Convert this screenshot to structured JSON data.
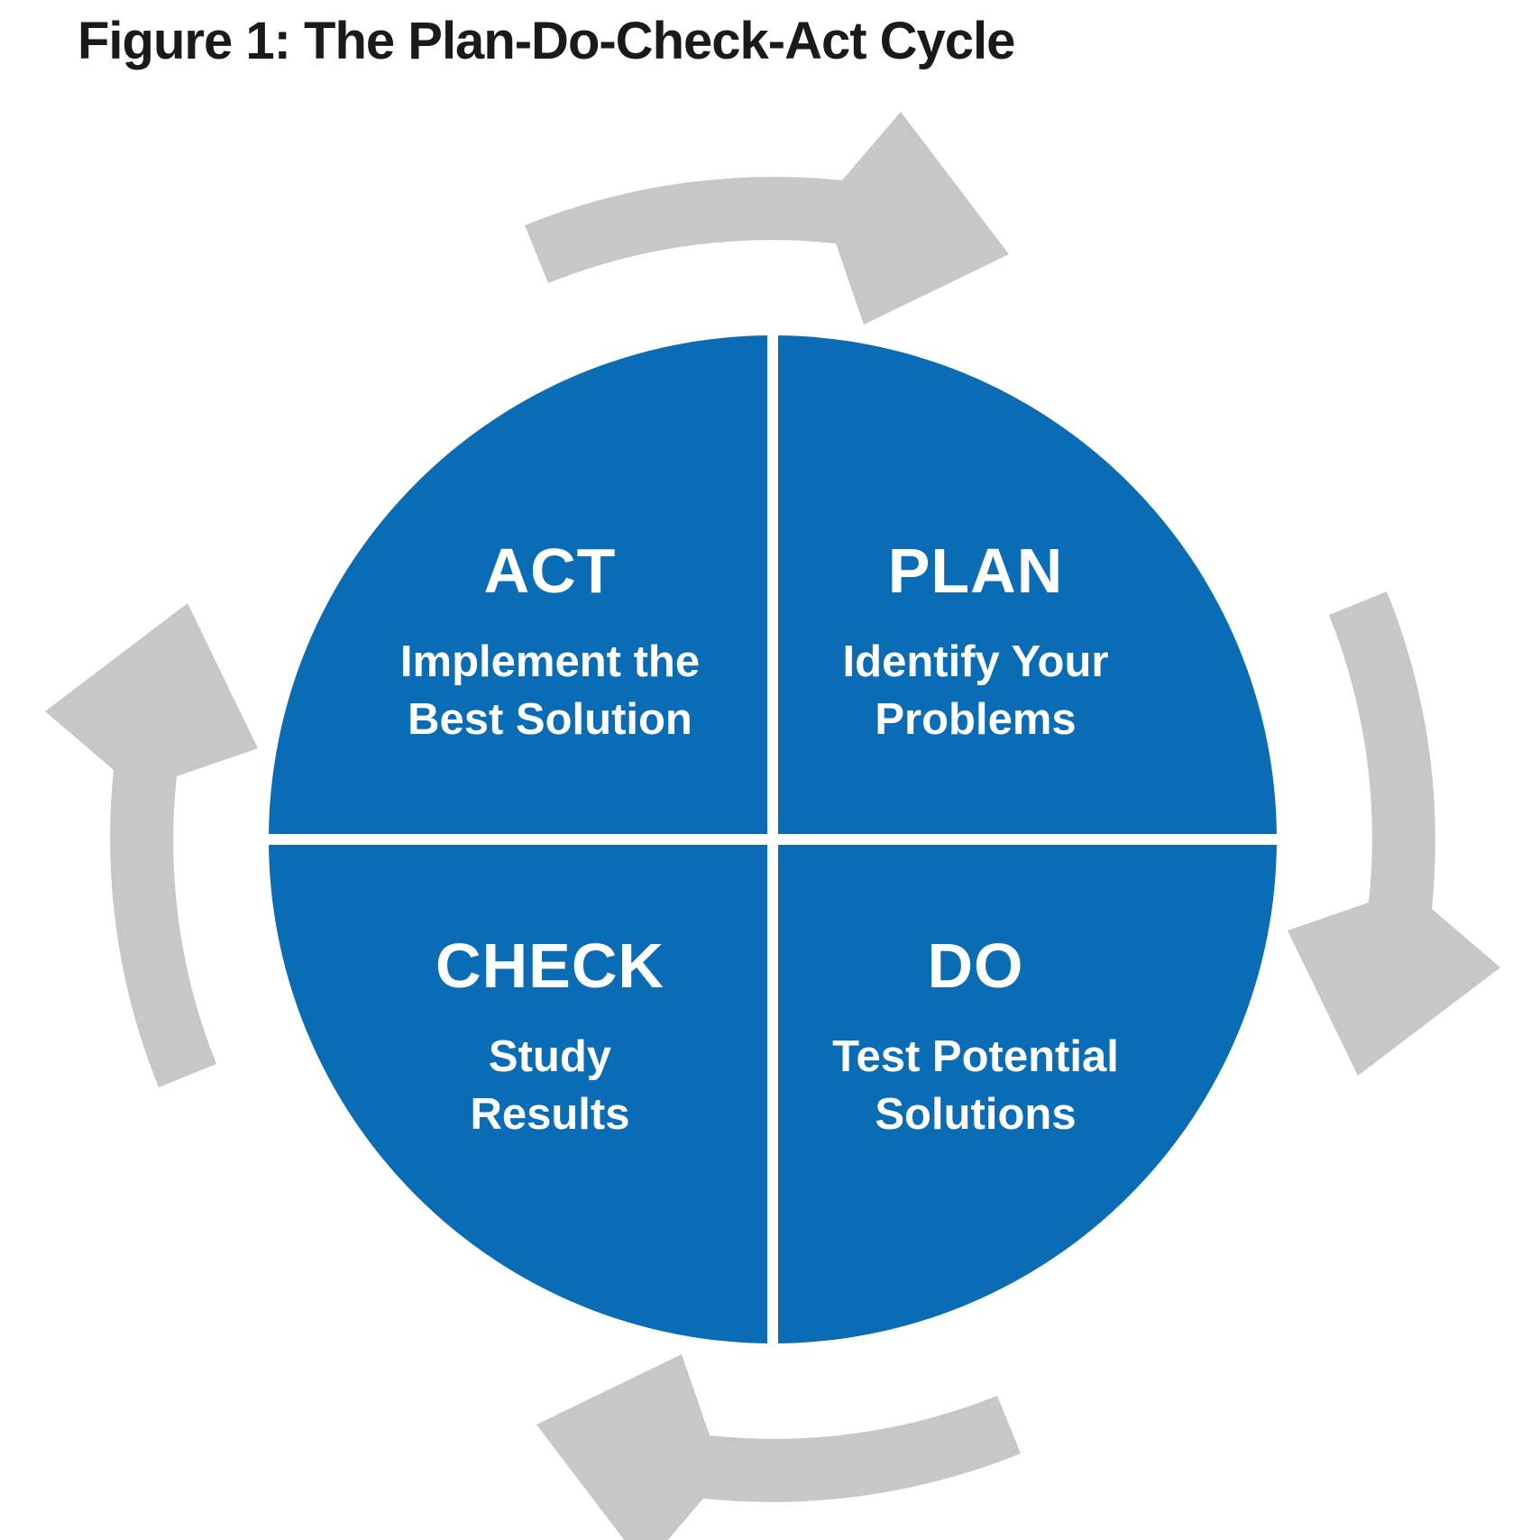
{
  "title": "Figure 1: The Plan-Do-Check-Act Cycle",
  "colors": {
    "circle_blue": "#0a6cb4",
    "arrow_gray": "#c7c7c7",
    "text_white": "#ffffff",
    "title_black": "#1a1a1a",
    "background": "#ffffff"
  },
  "cycle": {
    "direction": "clockwise",
    "arrow_count": 4
  },
  "quadrants": [
    {
      "id": "act",
      "position": "top-left",
      "title": "ACT",
      "description": "Implement the\nBest Solution"
    },
    {
      "id": "plan",
      "position": "top-right",
      "title": "PLAN",
      "description": "Identify Your\nProblems"
    },
    {
      "id": "check",
      "position": "bottom-left",
      "title": "CHECK",
      "description": "Study\nResults"
    },
    {
      "id": "do",
      "position": "bottom-right",
      "title": "DO",
      "description": "Test Potential\nSolutions"
    }
  ]
}
